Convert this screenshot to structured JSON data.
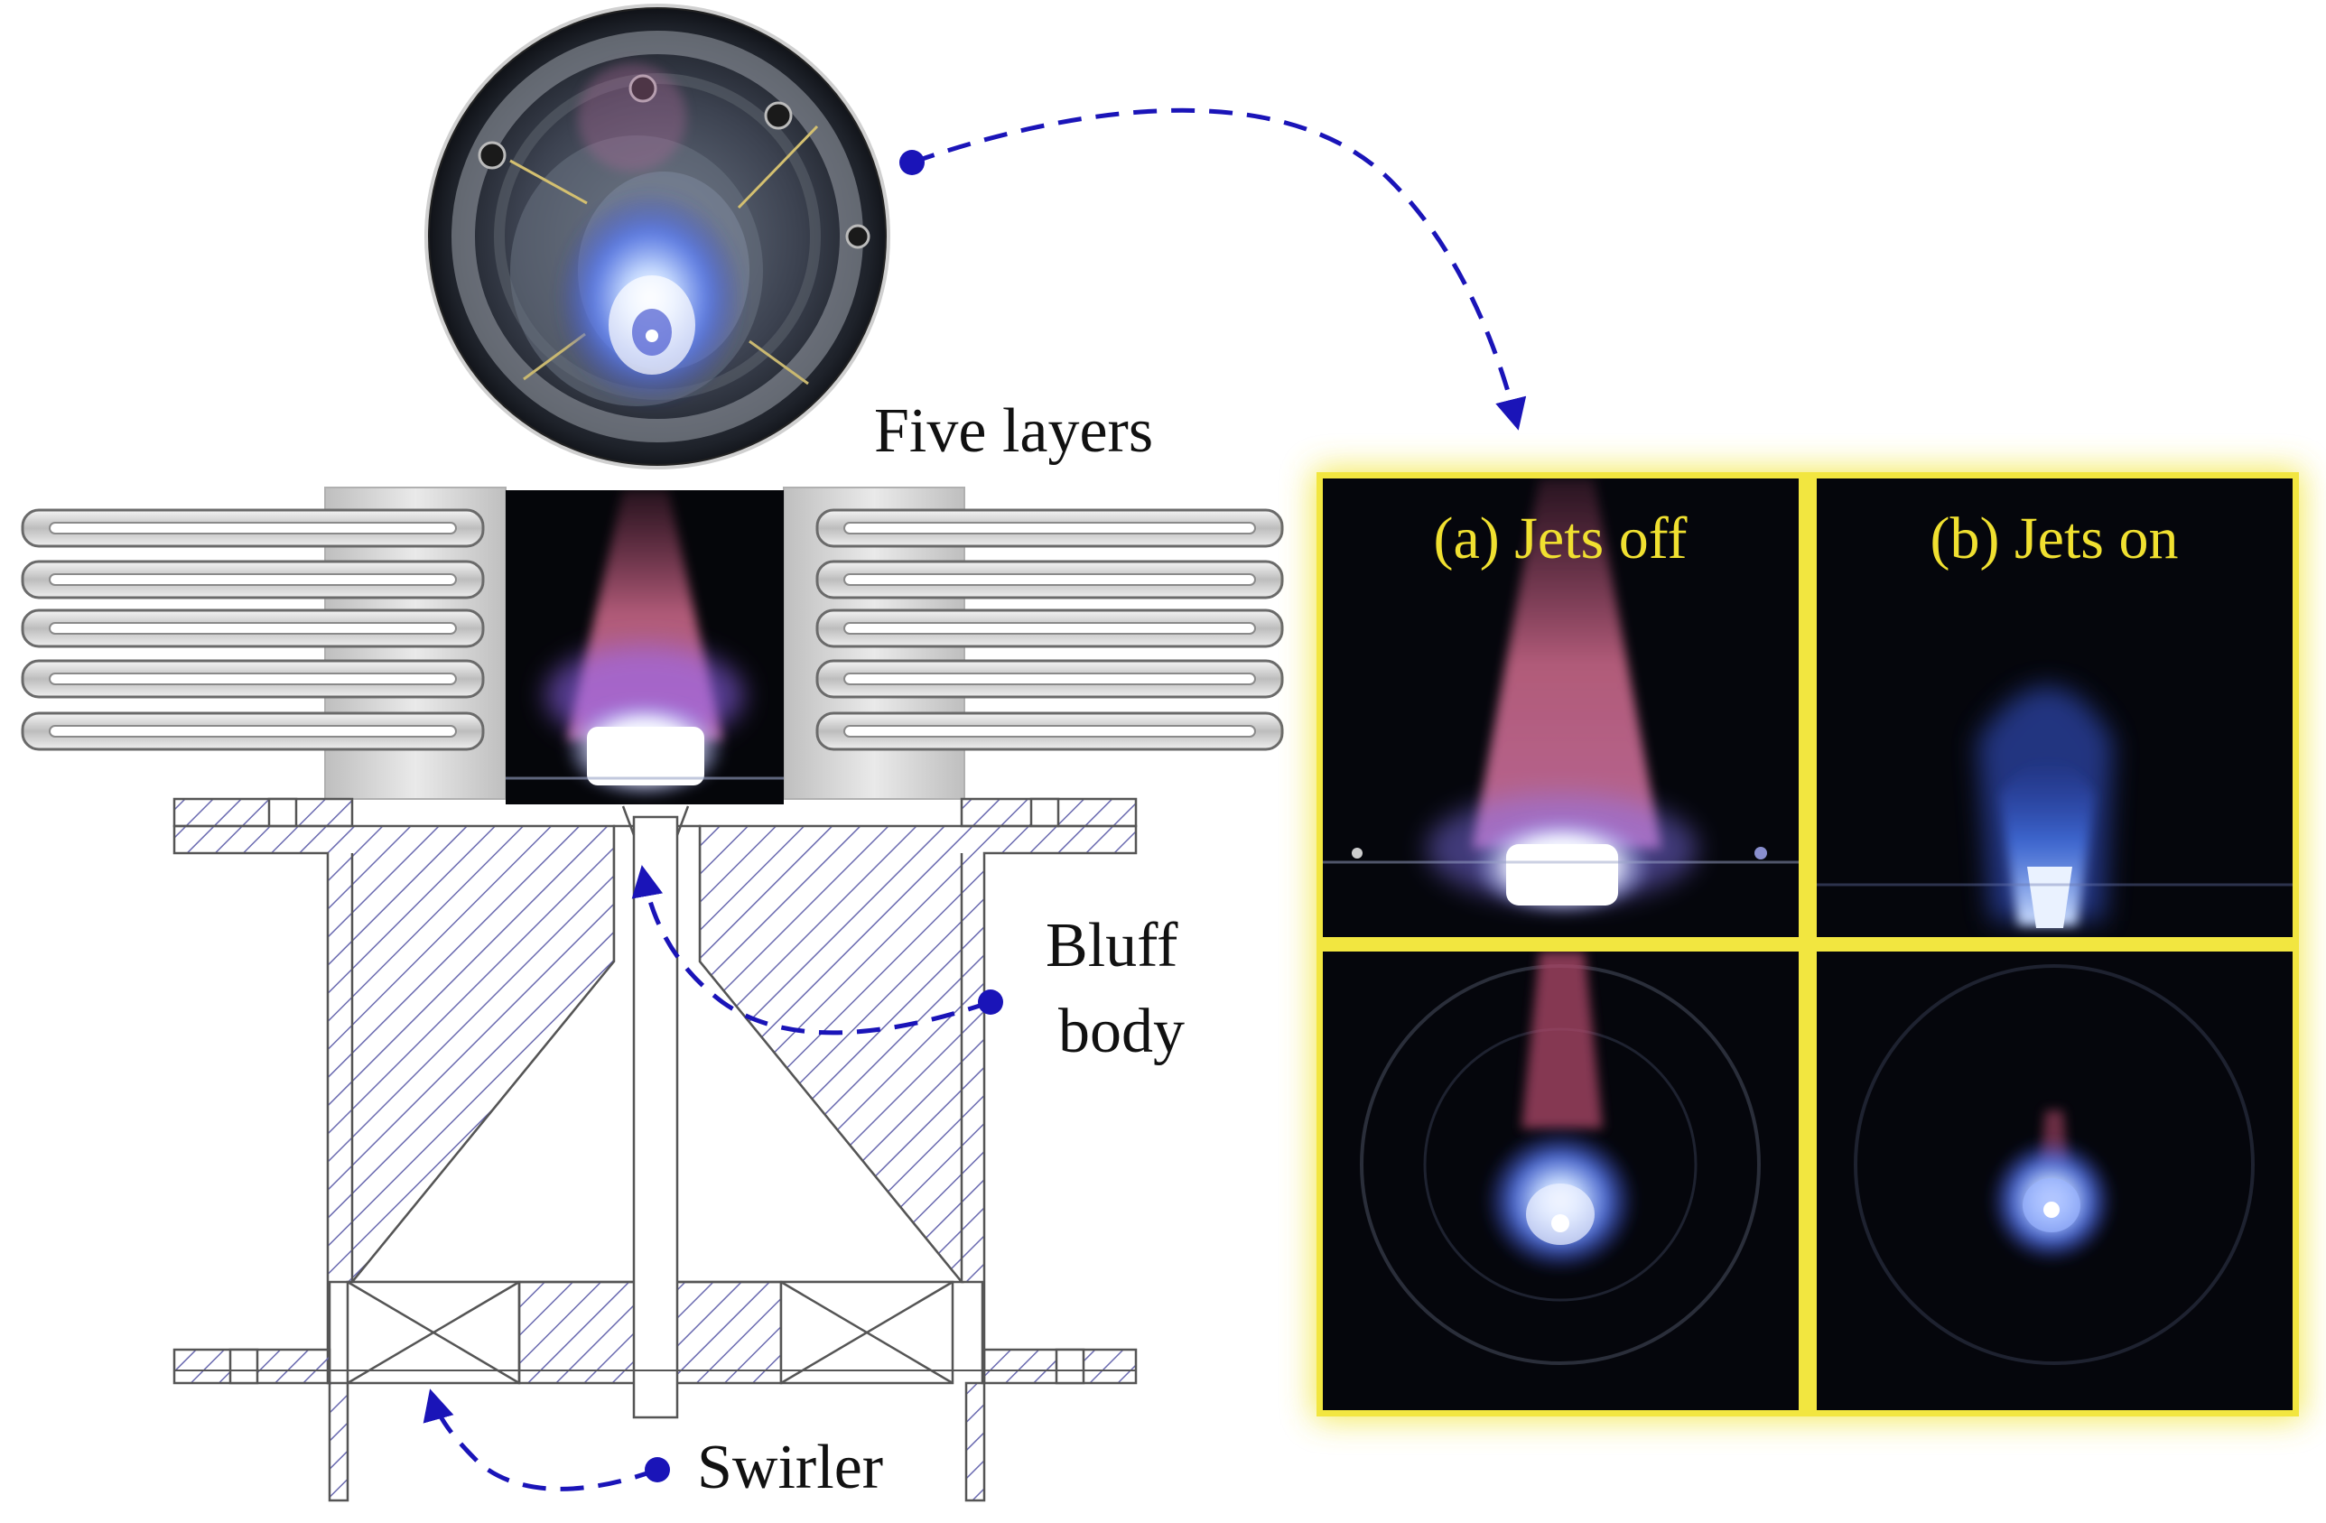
{
  "labels": {
    "five_layers": "Five layers",
    "bluff": "Bluff",
    "body": "body",
    "swirler": "Swirler"
  },
  "panels": {
    "a_title": "(a) Jets off",
    "b_title": "(b) Jets on"
  },
  "colors": {
    "hatch": "#6a6ab0",
    "arrow": "#1a14b8",
    "panel_glow": "#f2e640",
    "panel_title": "#f0e030",
    "flame_blue": "#7aa8ff",
    "flame_pink": "#d06a8a",
    "metal": "#9a9a9a"
  },
  "icons": {
    "leader_end": "dot",
    "leader_line": "dashed-curve",
    "leader_head": "arrowhead"
  }
}
